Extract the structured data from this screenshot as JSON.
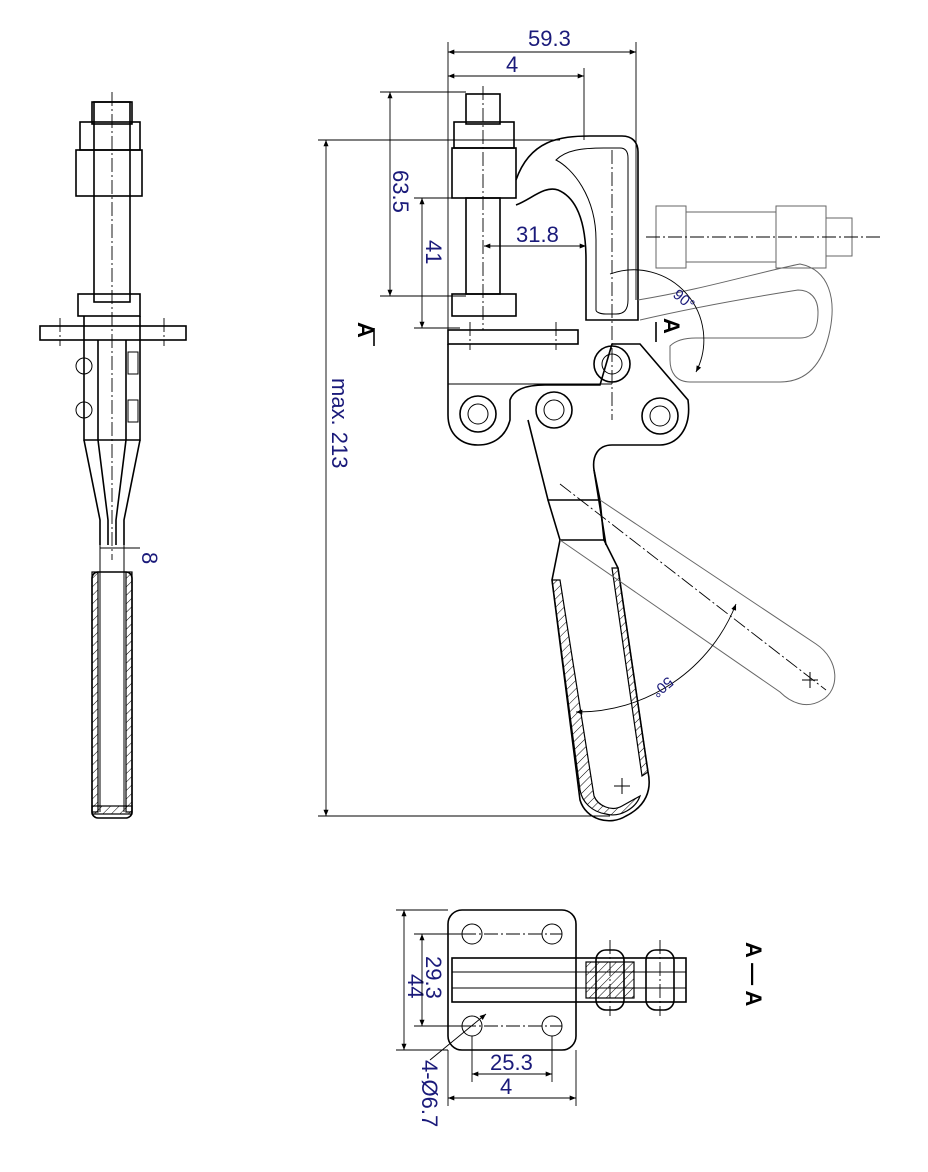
{
  "dimensions": {
    "overall_width": "59.3",
    "bar_width": "4",
    "spindle_height": "63.5",
    "spindle_low": "41",
    "throat_depth": "31.8",
    "max_height": "max. 213",
    "handle_thickness": "8",
    "angle_bar": "90°",
    "angle_handle": "50°",
    "base_width_total": "44",
    "base_hole_spacing_v": "29.3",
    "base_hole_spacing_h": "25.3",
    "base_width_lower": "4",
    "hole_spec": "4-Ø6.7"
  },
  "section": {
    "marker_left": "A",
    "marker_right": "A",
    "title": "A — A"
  }
}
